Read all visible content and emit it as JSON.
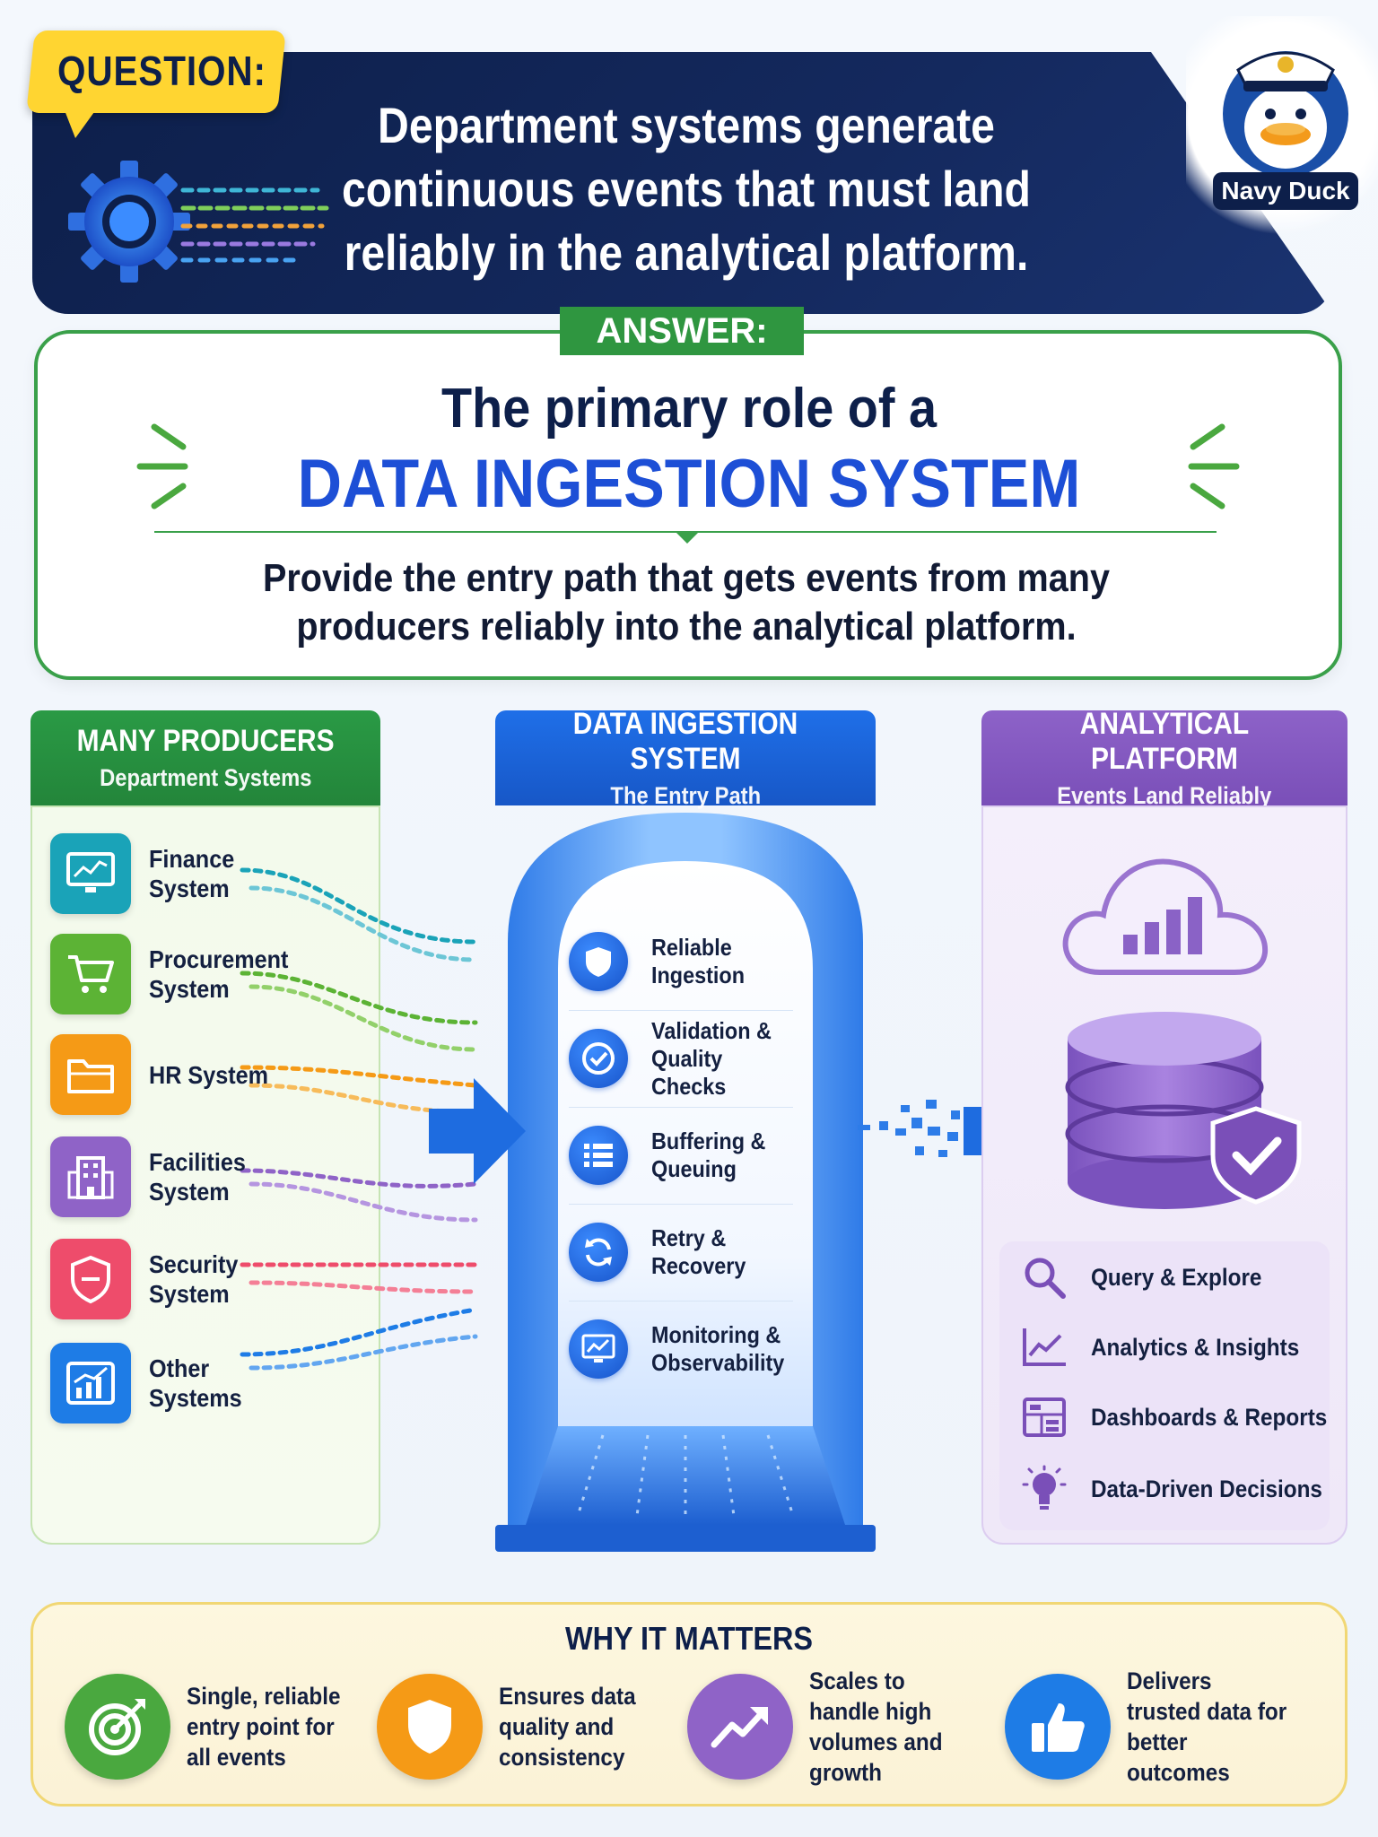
{
  "question": {
    "tag": "QUESTION:",
    "text": "Department systems generate continuous events that must land reliably in the analytical platform."
  },
  "mascot": {
    "name": "Navy Duck"
  },
  "answer": {
    "tag": "ANSWER:",
    "line1": "The primary role of a",
    "line2": "DATA INGESTION SYSTEM",
    "description": "Provide the entry path that gets events from many producers reliably into the analytical platform."
  },
  "producers": {
    "title": "MANY PRODUCERS",
    "subtitle": "Department Systems",
    "items": [
      {
        "label": "Finance System",
        "icon": "monitor-chart-icon",
        "color": "#1aa3b8"
      },
      {
        "label": "Procurement System",
        "icon": "cart-icon",
        "color": "#5cb335"
      },
      {
        "label": "HR System",
        "icon": "folder-icon",
        "color": "#f59a16"
      },
      {
        "label": "Facilities System",
        "icon": "building-icon",
        "color": "#8f63c7"
      },
      {
        "label": "Security System",
        "icon": "shield-icon",
        "color": "#ee4c6b"
      },
      {
        "label": "Other Systems",
        "icon": "chart-icon",
        "color": "#1e7ce6"
      }
    ]
  },
  "ingestion": {
    "title": "DATA INGESTION SYSTEM",
    "subtitle": "The Entry Path",
    "items": [
      {
        "label": "Reliable Ingestion",
        "icon": "shield-icon"
      },
      {
        "label": "Validation & Quality Checks",
        "icon": "check-circle-icon"
      },
      {
        "label": "Buffering & Queuing",
        "icon": "list-icon"
      },
      {
        "label": "Retry & Recovery",
        "icon": "refresh-icon"
      },
      {
        "label": "Monitoring & Observability",
        "icon": "monitor-chart-icon"
      }
    ]
  },
  "analytics": {
    "title": "ANALYTICAL PLATFORM",
    "subtitle": "Events Land Reliably",
    "items": [
      {
        "label": "Query & Explore",
        "icon": "search-icon"
      },
      {
        "label": "Analytics & Insights",
        "icon": "trend-chart-icon"
      },
      {
        "label": "Dashboards & Reports",
        "icon": "dashboard-icon"
      },
      {
        "label": "Data-Driven Decisions",
        "icon": "lightbulb-icon"
      }
    ]
  },
  "why": {
    "title": "WHY IT MATTERS",
    "items": [
      {
        "label": "Single, reliable entry point for all events",
        "icon": "target-icon",
        "color": "#4aa83f"
      },
      {
        "label": "Ensures data quality and consistency",
        "icon": "shield-icon",
        "color": "#f59a16"
      },
      {
        "label": "Scales to handle high volumes and growth",
        "icon": "trend-up-icon",
        "color": "#8f63c7"
      },
      {
        "label": "Delivers trusted data for better outcomes",
        "icon": "thumbs-up-icon",
        "color": "#1e7ce6"
      }
    ]
  }
}
